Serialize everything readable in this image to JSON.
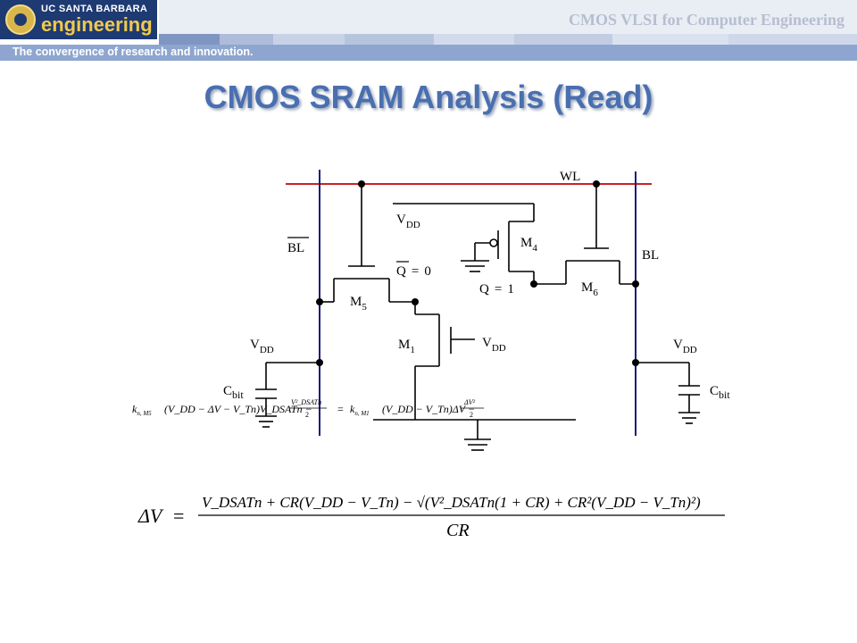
{
  "header": {
    "logo_top": "UC SANTA BARBARA",
    "logo_main": "engineering",
    "course_title": "CMOS VLSI for Computer Engineering",
    "tagline": "The convergence of research and innovation."
  },
  "slide": {
    "title": "CMOS SRAM Analysis (Read)"
  },
  "circuit": {
    "wl": "WL",
    "bl_bar": "BL",
    "bl": "BL",
    "vdd_letter": "V",
    "vdd_sub": "DD",
    "m_letter": "M",
    "m4_sub": "4",
    "m5_sub": "5",
    "m6_sub": "6",
    "m1_sub": "1",
    "q_letter": "Q",
    "equals": "=",
    "q_bar_value": "0",
    "q_value": "1",
    "c_letter": "C",
    "c_sub": "bit"
  },
  "equations": {
    "current_balance": {
      "k_letter": "k",
      "k_sub_m5": "n, M5",
      "k_sub_m1": "n, M1",
      "lhs_body": "(V_DD − ΔV − V_Tn)V_DSATn −",
      "lhs_frac_num": "V²_DSATn",
      "frac_den": "2",
      "eq": "=",
      "rhs_body": "(V_DD − V_Tn)ΔV −",
      "rhs_frac_num": "ΔV²"
    },
    "delta_v": {
      "lhs": "ΔV",
      "eq": "=",
      "numerator": "V_DSATn + CR(V_DD − V_Tn) − √(V²_DSATn(1 + CR) + CR²(V_DD − V_Tn)²)",
      "denominator": "CR"
    }
  },
  "colors": {
    "logo_blue": "#1d3a72",
    "logo_gold": "#f2c94c",
    "title_blue": "#4a6fb0",
    "word_line": "#cc2222",
    "bit_line": "#1a1a80"
  }
}
